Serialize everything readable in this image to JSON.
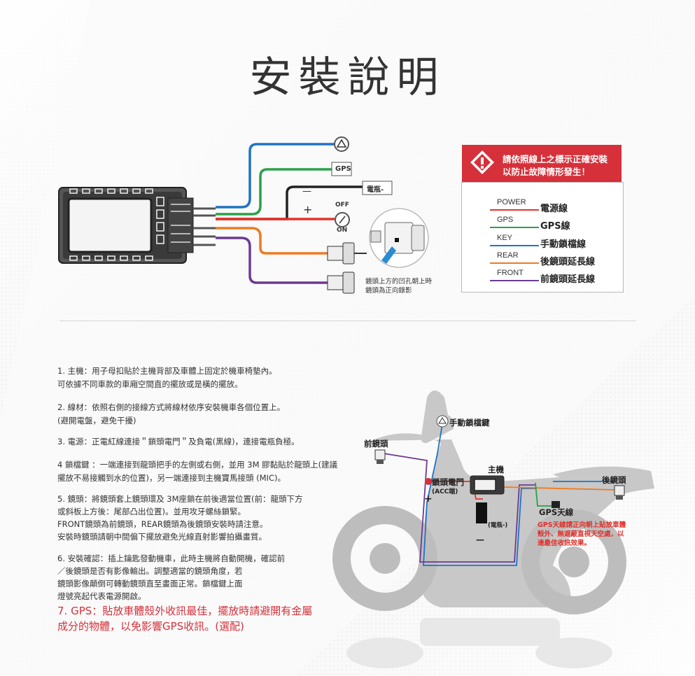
{
  "title": "安裝說明",
  "warning": {
    "line1": "請依照線上之標示正確安裝",
    "line2": "以防止故障情形發生！",
    "bg_color": "#d6303a"
  },
  "legend": [
    {
      "en": "POWER",
      "cn": "電源線",
      "color": "#e5332a"
    },
    {
      "en": "GPS",
      "cn": "GPS線",
      "color": "#2aa148"
    },
    {
      "en": "KEY",
      "cn": "手動鎖檔線",
      "color": "#1f74c3"
    },
    {
      "en": "REAR",
      "cn": "後鏡頭延長線",
      "color": "#ee7a22"
    },
    {
      "en": "FRONT",
      "cn": "前鏡頭延長線",
      "color": "#6c3a93"
    }
  ],
  "wiring": {
    "gps_tag": "GPS",
    "battery_neg": "電瓶-",
    "minus": "—",
    "plus": "+",
    "off": "OFF",
    "on": "ON",
    "lens_note_1": "鏡頭上方的凹孔朝上時",
    "lens_note_2": "鏡頭為正向錄影"
  },
  "instructions": [
    "1. 主機：用子母扣貼於主機背部及車體上固定於機車椅墊內。",
    "          可依據不同車款的車廂空間直的擺放或是橫的擺放。",
    "2. 線材：依照右側的接線方式將線材依序安裝機車各個位置上。",
    "          (避開電盤，避免干擾)",
    "3. 電源：正電紅線連接＂鎖頭電門＂及負電(黑線)，連接電瓶負極。",
    "4 鎖檔鍵 ：一端連接到龍頭把手的左側或右側，並用 3M 膠黏貼於龍頭上(建議",
    "             擺放不易接觸到水的位置)，另一端連接到主機寶馬接頭 (MIC)。",
    "5. 鏡頭：將鏡頭套上鏡頭環及 3M座鎖在前後適當位置(前：龍頭下方",
    "          或斜板上方後：尾部凸出位置)。並用攻牙螺絲鎖緊。",
    "          FRONT鏡頭為前鏡頭，REAR鏡頭為後鏡頭安裝時請注意。",
    "          安裝時鏡頭請朝中間偏下擺放避免光線直射影響拍攝畫質。",
    "6. 安裝確認：插上鑰匙發動機車，此時主機將自動開機，確認前",
    "                 ／後鏡頭是否有影像輸出。調整適當的鏡頭角度，若",
    "                 鏡頭影像顛倒可轉動鏡頭直至畫面正常。鎖檔鍵上面",
    "                 燈號亮起代表電源開啟。"
  ],
  "gps_note": {
    "line1": "7. GPS：貼放車體殼外收訊最佳，擺放時請避開有金屬",
    "line2": "           成分的物體，以免影響GPS收訊。(選配)"
  },
  "scooter": {
    "manual_lock_key": "手動鎖檔鍵",
    "front_lens": "前鏡頭",
    "main_unit": "主機",
    "ignition": "鎖頭電門",
    "acc": "(ACC端)",
    "rear_lens": "後鏡頭",
    "gps_antenna": "GPS天線",
    "battery": "(電瓶-)",
    "plus": "+",
    "minus": "—",
    "gps_note_1": "GPS天線請正向朝上貼放車體",
    "gps_note_2": "殼外、無遮蔽直視天空處，以",
    "gps_note_3": "達最佳收訊效果。"
  }
}
